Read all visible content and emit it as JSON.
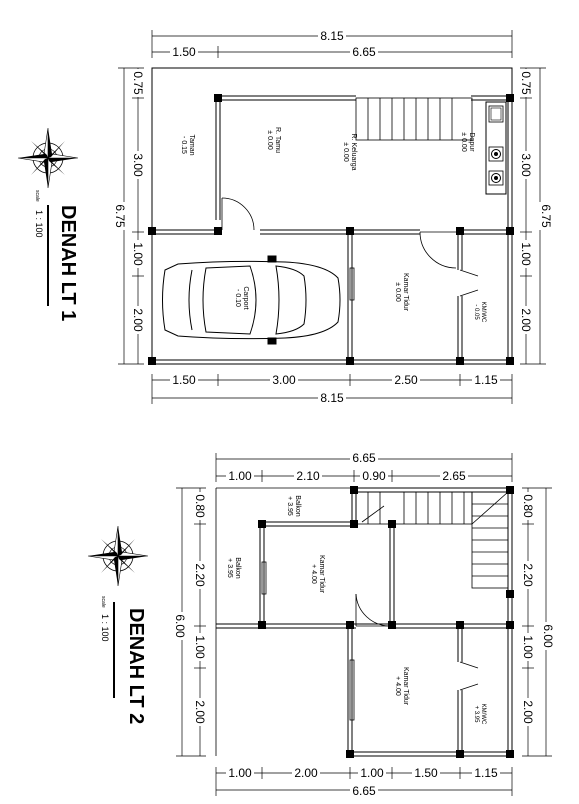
{
  "plan1": {
    "title": "DENAH LT 1",
    "scale_word": "scale",
    "scale_value": "1 : 100",
    "dims": {
      "top_total": "8.15",
      "top_a": "1.50",
      "top_b": "6.65",
      "bottom_a": "1.50",
      "bottom_b": "3.00",
      "bottom_c": "2.50",
      "bottom_d": "1.15",
      "bottom_total": "8.15",
      "left_a": "0.75",
      "left_b": "3.00",
      "left_c": "1.00",
      "left_d": "2.00",
      "left_total": "6.75",
      "right_a": "0.75",
      "right_b": "3.00",
      "right_c": "1.00",
      "right_d": "2.00",
      "right_total": "6.75"
    },
    "rooms": {
      "taman_name": "Taman",
      "taman_level": "- 0.15",
      "tamu_name": "R. Tamu",
      "tamu_level": "± 0.00",
      "keluarga_name": "R. Keluarga",
      "keluarga_level": "± 0.00",
      "dapur_name": "Dapur",
      "dapur_level": "± 0.00",
      "carport_name": "Carport",
      "carport_level": "- 0.10",
      "kamar_name": "Kamar Tidur",
      "kamar_level": "± 0.00",
      "kmwc_name": "KM/WC",
      "kmwc_level": "- 0.05"
    }
  },
  "plan2": {
    "title": "DENAH LT 2",
    "scale_word": "scale",
    "scale_value": "1 : 100",
    "dims": {
      "top_total": "6.65",
      "top_a": "1.00",
      "top_b": "2.10",
      "top_c": "0.90",
      "top_d": "2.65",
      "bottom_a": "1.00",
      "bottom_b": "2.00",
      "bottom_c": "1.00",
      "bottom_d": "1.50",
      "bottom_e": "1.15",
      "bottom_total": "6.65",
      "left_a": "0.80",
      "left_b": "2.20",
      "left_c": "1.00",
      "left_d": "2.00",
      "left_total": "6.00",
      "right_a": "0.80",
      "right_b": "2.20",
      "right_c": "1.00",
      "right_d": "2.00",
      "right_total": "6.00"
    },
    "rooms": {
      "balkon1_name": "Balkon",
      "balkon1_level": "+ 3.95",
      "balkon2_name": "Balkon",
      "balkon2_level": "+ 3.95",
      "kamar1_name": "Kamar Tidur",
      "kamar1_level": "+ 4.00",
      "kamar2_name": "Kamar Tidur",
      "kamar2_level": "+ 4.00",
      "kmwc_name": "KM/WC",
      "kmwc_level": "+ 3.95"
    }
  }
}
